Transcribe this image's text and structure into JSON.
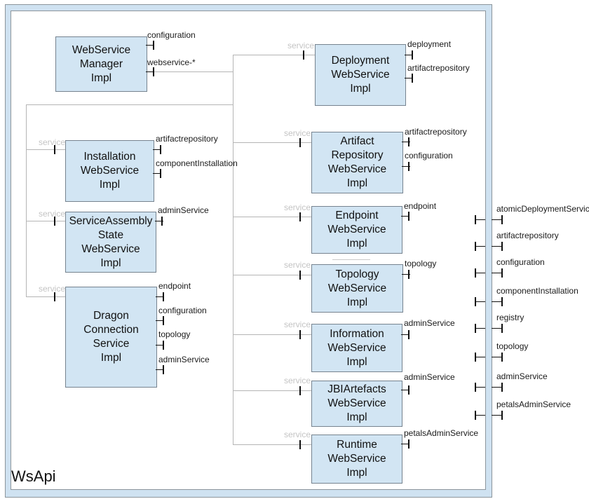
{
  "title": "WsApi",
  "service_port_label": "service",
  "components": [
    {
      "name": "webservice-manager",
      "label": "WebService\nManager\nImpl",
      "ports": [
        "configuration",
        "webservice-*"
      ]
    },
    {
      "name": "installation",
      "label": "Installation\nWebService\nImpl",
      "ports": [
        "artifactrepository",
        "componentInstallation"
      ]
    },
    {
      "name": "serviceassembly-state",
      "label": "ServiceAssembly\nState\nWebService\nImpl",
      "ports": [
        "adminService"
      ]
    },
    {
      "name": "dragon-connection",
      "label": "Dragon\nConnection\nService\nImpl",
      "ports": [
        "endpoint",
        "configuration",
        "topology",
        "adminService"
      ]
    },
    {
      "name": "deployment",
      "label": "Deployment\nWebService\nImpl",
      "ports": [
        "deployment",
        "artifactrepository"
      ]
    },
    {
      "name": "artifact-repository",
      "label": "Artifact\nRepository\nWebService\nImpl",
      "ports": [
        "artifactrepository",
        "configuration"
      ]
    },
    {
      "name": "endpoint",
      "label": "Endpoint\nWebService\nImpl",
      "ports": [
        "endpoint"
      ]
    },
    {
      "name": "topology",
      "label": "Topology\nWebService\nImpl",
      "ports": [
        "topology"
      ]
    },
    {
      "name": "information",
      "label": "Information\nWebService\nImpl",
      "ports": [
        "adminService"
      ]
    },
    {
      "name": "jbi-artefacts",
      "label": "JBIArtefacts\nWebService\nImpl",
      "ports": [
        "adminService"
      ]
    },
    {
      "name": "runtime",
      "label": "Runtime\nWebService\nImpl",
      "ports": [
        "petalsAdminService"
      ]
    }
  ],
  "frame_ports": [
    "atomicDeploymentService",
    "artifactrepository",
    "configuration",
    "componentInstallation",
    "registry",
    "topology",
    "adminService",
    "petalsAdminService"
  ],
  "colors": {
    "component_fill": "#d2e5f3",
    "component_border": "#76838f",
    "frame_band_fill": "#cfe2f1",
    "frame_border": "#8c959c",
    "connector_gray": "#b5b5b5",
    "service_label_gray": "#c4c4c4",
    "port_black": "#111111"
  }
}
